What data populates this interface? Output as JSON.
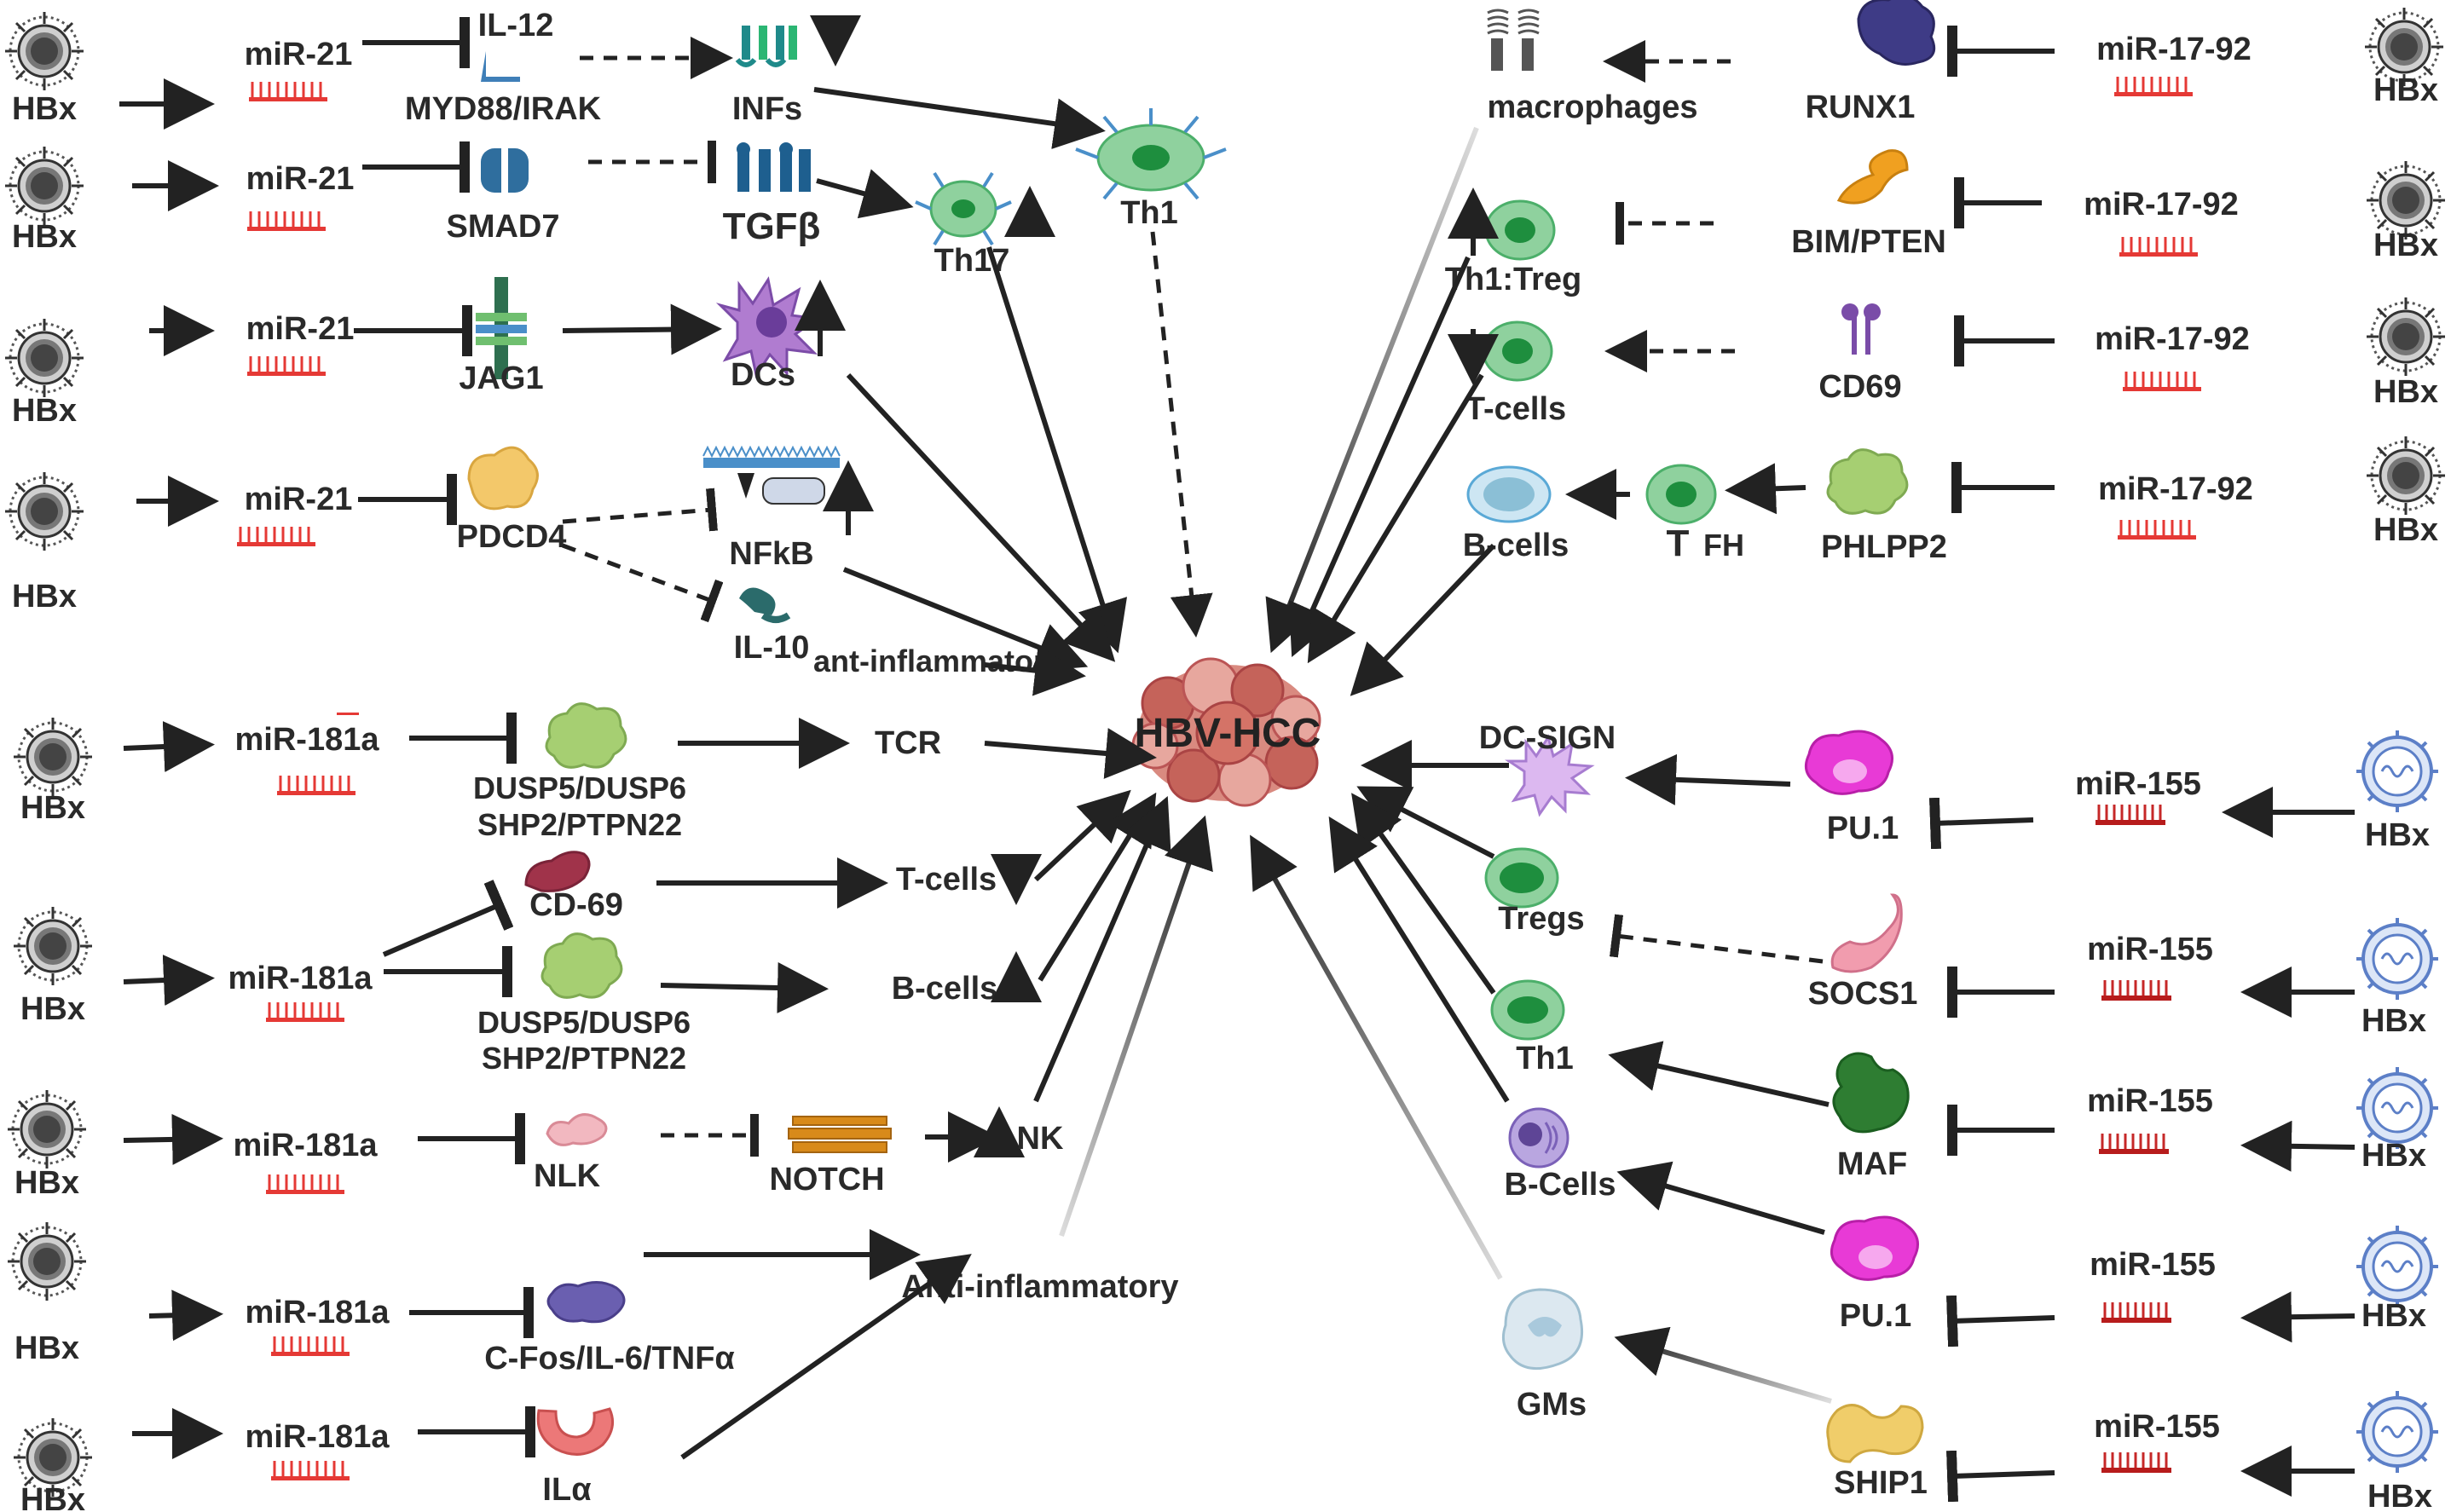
{
  "center_label": "HBV-HCC",
  "colors": {
    "mirna_bar": "#e53935",
    "mirna_bar_dark": "#b71c1c",
    "arrow": "#222222",
    "virus_dark": "#444444",
    "virus_blue": "#5c7fc7",
    "hcc_cells": "#c5635a"
  },
  "left_panel": {
    "rows": [
      {
        "virus": "HBx",
        "mirna": "miR-21",
        "target": "IL-12",
        "target2": "MYD88/IRAK",
        "effector": "INFs",
        "trend": "down"
      },
      {
        "virus": "HBx",
        "mirna": "miR-21",
        "target": "SMAD7",
        "effector": "TGFβ"
      },
      {
        "virus": "HBx",
        "mirna": "miR-21",
        "target": "JAG1",
        "effector": "DCs",
        "trend": "up"
      },
      {
        "virus": "HBx",
        "mirna": "miR-21",
        "target": "PDCD4",
        "effector": "NFkB",
        "effector2": "IL-10",
        "trend": "up"
      },
      {
        "virus": "HBx",
        "mirna": "miR-181a",
        "target": "DUSP5/DUSP6",
        "target_line2": "SHP2/PTPN22",
        "effector": "TCR"
      },
      {
        "virus": "HBx",
        "mirna": "miR-181a",
        "target": "CD-69",
        "target2": "DUSP5/DUSP6",
        "target2_line2": "SHP2/PTPN22",
        "effector": "T-cells",
        "effector2": "B-cells"
      },
      {
        "virus": "HBx",
        "mirna": "miR-181a",
        "target": "NLK",
        "mid": "NOTCH",
        "effector": "NK"
      },
      {
        "virus": "HBx",
        "mirna": "miR-181a",
        "target": "C-Fos/IL-6/TNFα",
        "effector": "Anti-inflammatory"
      },
      {
        "virus": "HBx",
        "mirna": "miR-181a",
        "target": "ILα"
      }
    ],
    "th17": "Th17",
    "th1": "Th1",
    "anti_inflammatory_small": "ant-inflammatory"
  },
  "right_panel": {
    "rows_top": [
      {
        "virus": "HBx",
        "mirna": "miR-17-92",
        "target": "RUNX1",
        "effector": "macrophages"
      },
      {
        "virus": "HBx",
        "mirna": "miR-17-92",
        "target": "BIM/PTEN",
        "effector": "Th1:Treg",
        "trend": "up"
      },
      {
        "virus": "HBx",
        "mirna": "miR-17-92",
        "target": "CD69",
        "effector": "T-cells",
        "trend": "down"
      },
      {
        "virus": "HBx",
        "mirna": "miR-17-92",
        "target": "PHLPP2",
        "effector": "T",
        "effector_sub": "FH",
        "effector2": "B-cells"
      }
    ],
    "rows_bottom": [
      {
        "virus": "HBx",
        "mirna": "miR-155",
        "target": "PU.1",
        "effector": "DC-SIGN"
      },
      {
        "virus": "HBx",
        "mirna": "miR-155",
        "target": "SOCS1",
        "effector": "Tregs"
      },
      {
        "virus": "HBx",
        "mirna": "miR-155",
        "target": "MAF",
        "effector": "Th1"
      },
      {
        "virus": "HBx",
        "mirna": "miR-155",
        "target": "PU.1",
        "effector": "B-Cells"
      },
      {
        "virus": "HBx",
        "mirna": "miR-155",
        "target": "SHIP1",
        "effector": "GMs"
      }
    ]
  }
}
